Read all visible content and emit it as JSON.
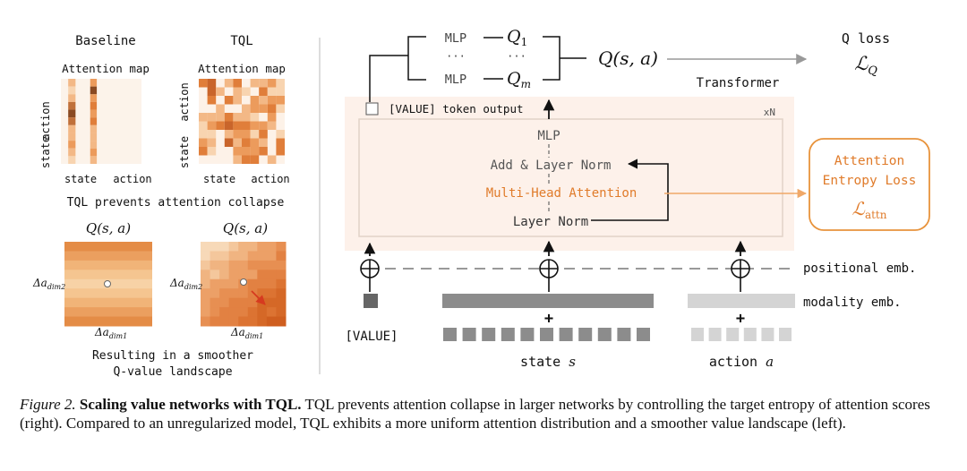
{
  "left_panel": {
    "baseline_title": "Baseline",
    "tql_title": "TQL",
    "attention_map_label": "Attention map",
    "y_action": "action",
    "y_state": "state",
    "x_state": "state",
    "x_action": "action",
    "collapse_text": "TQL prevents attention collapse",
    "q_title": "Q(s, a)",
    "delta_dim2": "Δa",
    "delta_dim2_sub": "dim2",
    "delta_dim1": "Δa",
    "delta_dim1_sub": "dim1",
    "result_line1": "Resulting in a smoother",
    "result_line2": "Q-value landscape"
  },
  "right_panel": {
    "mlp_label": "MLP",
    "ellipsis": "···",
    "q1": "Q",
    "q1_sub": "1",
    "qm": "Q",
    "qm_sub": "m",
    "qsa": "Q(s, a)",
    "q_loss": "Q loss",
    "l_q": "ℒ",
    "l_q_sub": "Q",
    "transformer": "Transformer",
    "value_token_output": "[VALUE] token output",
    "xn": "xN",
    "block_mlp": "MLP",
    "add_layer_norm": "Add & Layer Norm",
    "multi_head_attention": "Multi-Head Attention",
    "layer_norm": "Layer Norm",
    "entropy_line1": "Attention",
    "entropy_line2": "Entropy Loss",
    "l_attn": "ℒ",
    "l_attn_sub": "attn",
    "positional_emb": "positional emb.",
    "modality_emb": "modality emb.",
    "value_token": "[VALUE]",
    "state_label": "state",
    "state_var": "s",
    "action_label": "action",
    "action_var": "a",
    "plus": "+"
  },
  "caption": {
    "figure_label": "Figure 2.",
    "bold_title": "Scaling value networks with TQL.",
    "text": "TQL prevents attention collapse in larger networks by controlling the target entropy of attention scores (right). Compared to an unregularized model, TQL exhibits a more uniform attention distribution and a smoother value landscape (left)."
  },
  "colors": {
    "orange": "#e07b2a",
    "entropy_orange": "#e8933c",
    "transformer_bg": "#fdf1ea",
    "dark_token": "#666666",
    "state_token": "#8c8c8c",
    "action_token": "#d4d4d4"
  }
}
